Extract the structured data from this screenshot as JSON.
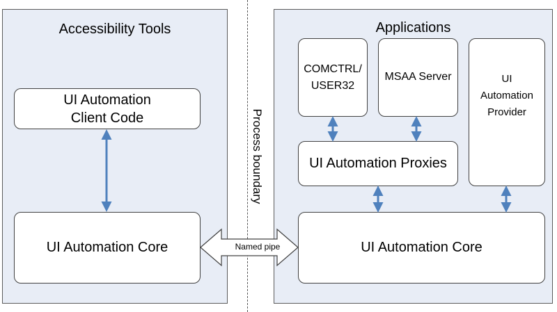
{
  "left_panel": {
    "title": "Accessibility Tools",
    "client_code_line1": "UI Automation",
    "client_code_line2": "Client Code",
    "core": "UI Automation Core"
  },
  "right_panel": {
    "title": "Applications",
    "comctrl_line1": "COMCTRL/",
    "comctrl_line2": "USER32",
    "msaa": "MSAA Server",
    "provider_line1": "UI",
    "provider_line2": "Automation",
    "provider_line3": "Provider",
    "proxies": "UI Automation Proxies",
    "core": "UI Automation Core"
  },
  "boundary_label": "Process boundary",
  "pipe_label": "Named pipe",
  "colors": {
    "panel_fill": "#e8edf6",
    "arrow": "#4f81bd",
    "border": "#404040"
  }
}
